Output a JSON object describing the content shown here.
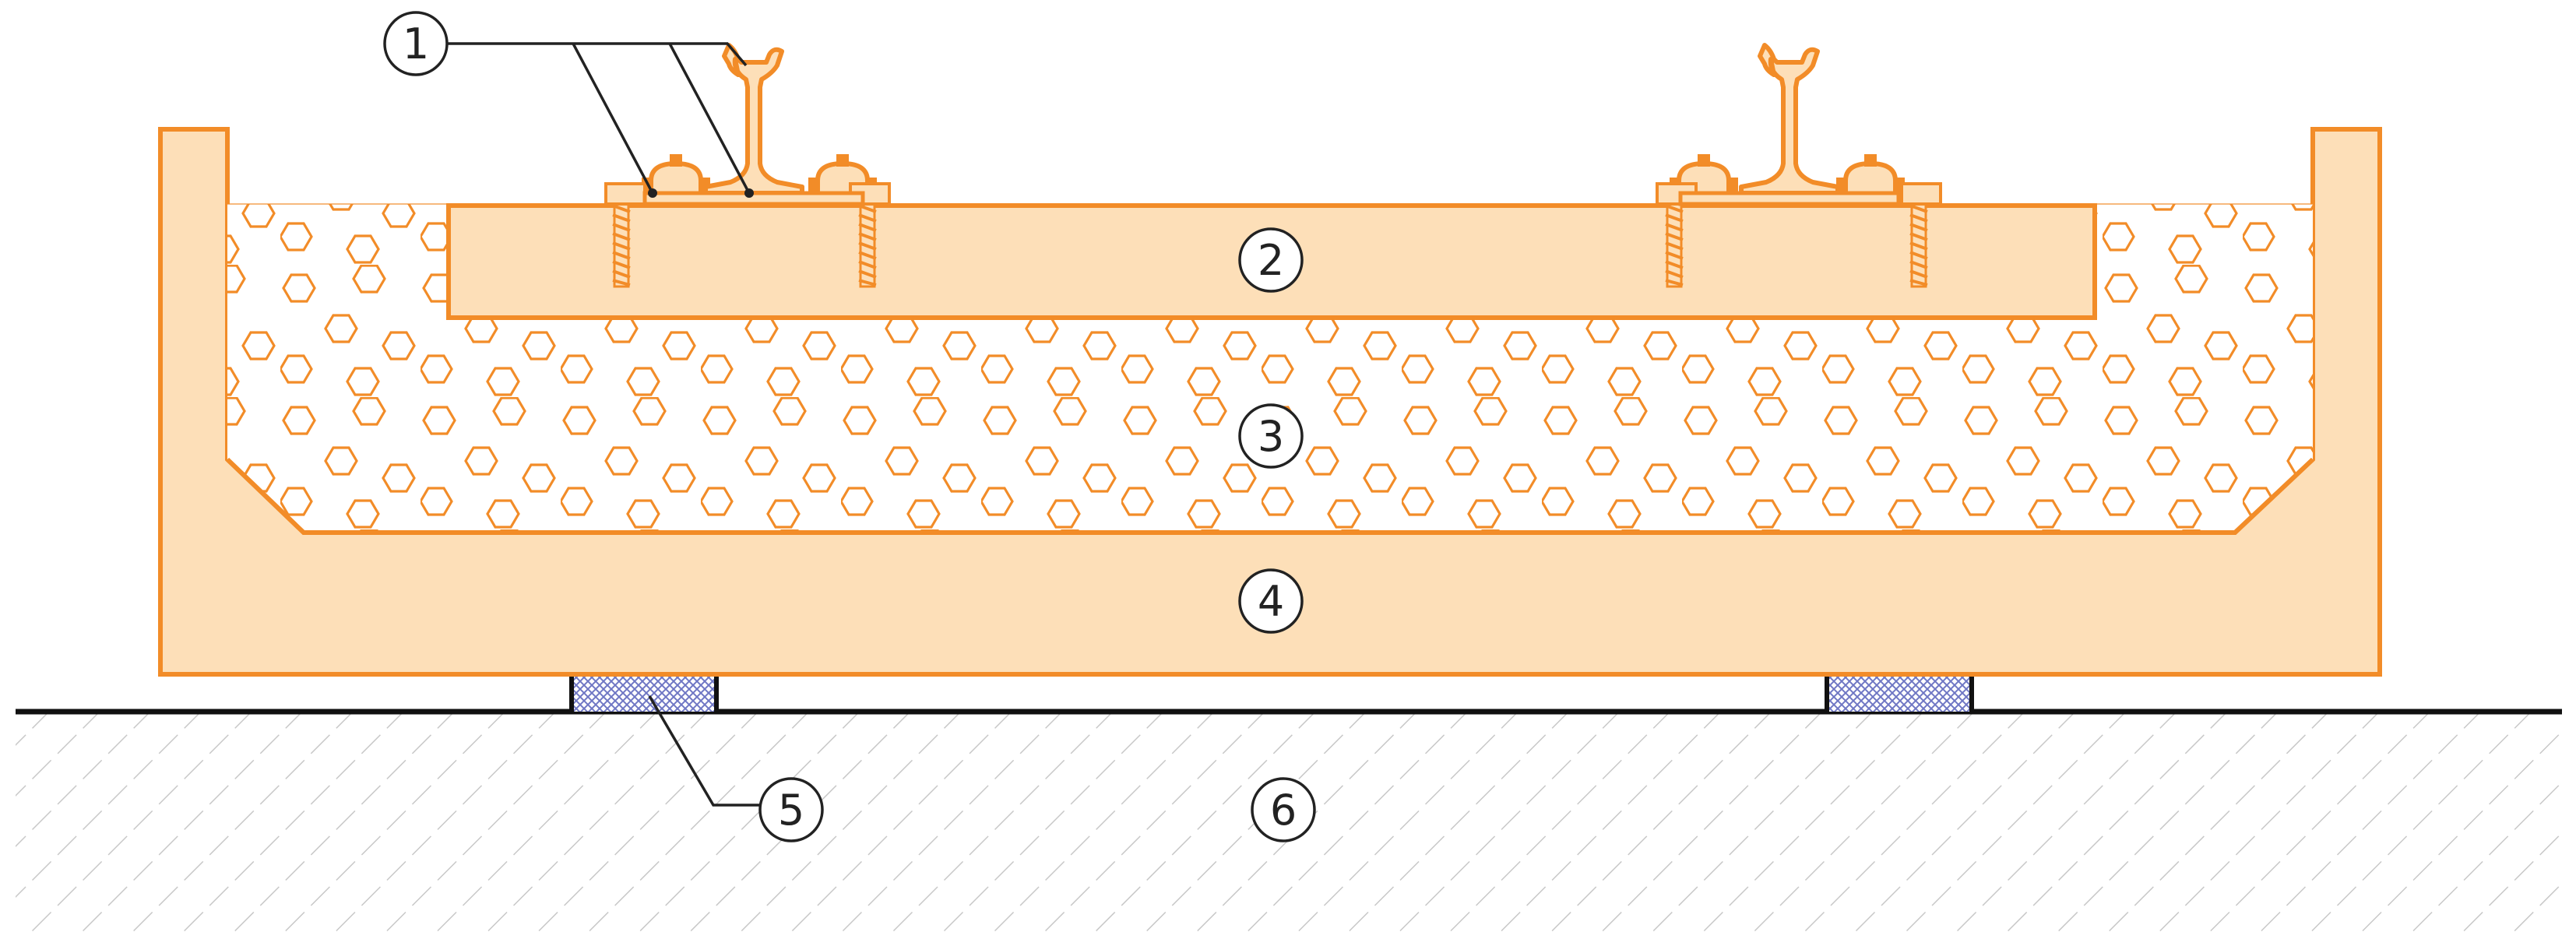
{
  "diagram": {
    "callouts": [
      {
        "id": "rails-fastenings",
        "label": "1"
      },
      {
        "id": "sleeper",
        "label": "2"
      },
      {
        "id": "ballast",
        "label": "3"
      },
      {
        "id": "trough",
        "label": "4"
      },
      {
        "id": "bearing-pad",
        "label": "5"
      },
      {
        "id": "ground",
        "label": "6"
      }
    ],
    "colors": {
      "outline": "#F28C28",
      "fill": "#FDDFB8",
      "pad": "#7C84C8",
      "ground_line": "#111111",
      "hatch": "#C8C8C8",
      "callout_line": "#222222"
    }
  }
}
